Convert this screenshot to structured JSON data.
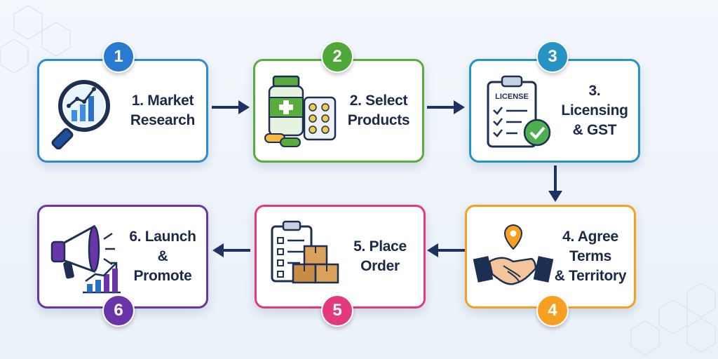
{
  "steps": [
    {
      "number": "1",
      "label": "1. Market\nResearch",
      "color": "#2e8ad8",
      "icon": "magnifier-chart-icon"
    },
    {
      "number": "2",
      "label": "2. Select\nProducts",
      "color": "#5aad3c",
      "icon": "medicine-bottle-pills-icon"
    },
    {
      "number": "3",
      "label": "3. Licensing\n& GST",
      "color": "#2593c4",
      "icon": "license-clipboard-icon"
    },
    {
      "number": "4",
      "label": "4. Agree Terms\n& Territory",
      "color": "#f5a020",
      "icon": "handshake-location-icon"
    },
    {
      "number": "5",
      "label": "5. Place\nOrder",
      "color": "#e23a7c",
      "icon": "checklist-boxes-icon"
    },
    {
      "number": "6",
      "label": "6. Launch &\nPromote",
      "color": "#6a35a8",
      "icon": "megaphone-growth-icon"
    }
  ],
  "license_text": "LICENSE",
  "arrow_color": "#1b3262"
}
